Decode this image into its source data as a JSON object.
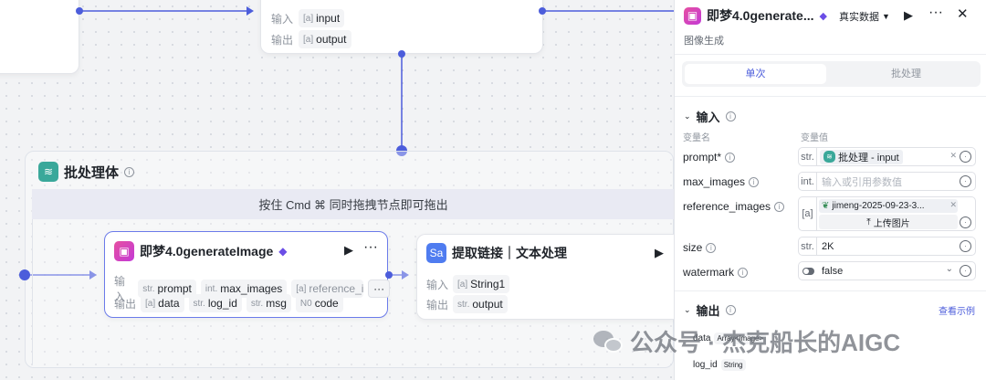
{
  "top_node": {
    "input_label": "输入",
    "input_tag_type": "[a]",
    "input_tag": "input",
    "output_label": "输出",
    "output_tag_type": "[a]",
    "output_tag": "output"
  },
  "batch": {
    "title": "批处理体",
    "hint": "按住 Cmd ⌘ 同时拖拽节点即可拖出"
  },
  "jimeng_node": {
    "title": "即梦4.0generateImage",
    "input_label": "输入",
    "inputs": [
      {
        "type": "str.",
        "name": "prompt"
      },
      {
        "type": "int.",
        "name": "max_images"
      },
      {
        "type": "[a]",
        "name": "reference_i"
      }
    ],
    "more": "···",
    "output_label": "输出",
    "outputs": [
      {
        "type": "[a]",
        "name": "data"
      },
      {
        "type": "str.",
        "name": "log_id"
      },
      {
        "type": "str.",
        "name": "msg"
      },
      {
        "type": "N0",
        "name": "code"
      }
    ]
  },
  "extract_node": {
    "title": "提取链接｜文本处理",
    "input_label": "输入",
    "input_type": "[a]",
    "input_name": "String1",
    "output_label": "输出",
    "output_type": "str.",
    "output_name": "output"
  },
  "panel": {
    "title": "即梦4.0generate...",
    "mode": "真实数据",
    "subtitle": "图像生成",
    "tabs": [
      "单次",
      "批处理"
    ],
    "input_section": "输入",
    "col_name": "变量名",
    "col_value": "变量值",
    "params": [
      {
        "name": "prompt*",
        "prefix": "str.",
        "value": "批处理 - input"
      },
      {
        "name": "max_images",
        "prefix": "int.",
        "placeholder": "输入或引用参数值"
      },
      {
        "name": "reference_images",
        "prefix": "[a]",
        "file": "jimeng-2025-09-23-3...",
        "upload": "上传图片"
      },
      {
        "name": "size",
        "prefix": "str.",
        "value": "2K"
      },
      {
        "name": "watermark",
        "value": "false"
      }
    ],
    "output_section": "输出",
    "view_example": "查看示例",
    "outputs": [
      {
        "name": "data",
        "type": "Array<Image>"
      },
      {
        "name": "log_id",
        "type": "String"
      }
    ]
  },
  "watermark_text": "公众号 · 杰克船长的AIGC",
  "colors": {
    "accent": "#4c5ddb",
    "pink": "#d23fc0",
    "blue": "#4f7cf0",
    "teal": "#3aa89a"
  }
}
